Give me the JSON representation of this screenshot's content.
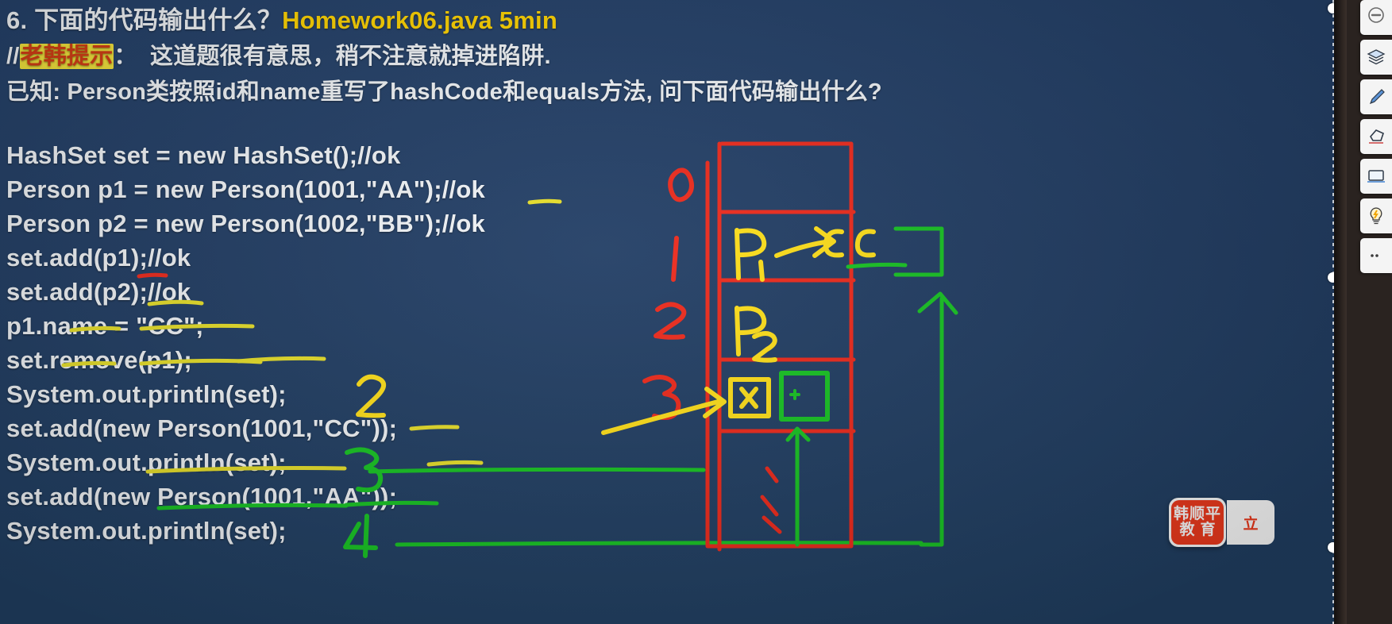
{
  "slide": {
    "background_color": "#23406a",
    "header": {
      "line1_prefix": "6. 下面的代码输出什么？",
      "line1_highlight": "Homework06.java 5min",
      "line1_highlight_color": "#ffd400",
      "line2_prefix": "//",
      "line2_marked": "老韩提示",
      "line2_rest": "：  这道题很有意思，稍不注意就掉进陷阱.",
      "line3": "已知: Person类按照id和name重写了hashCode和equals方法, 问下面代码输出什么?"
    },
    "code_lines": [
      "HashSet set = new HashSet();//ok",
      "Person p1 = new Person(1001,\"AA\");//ok",
      "Person p2 = new Person(1002,\"BB\");//ok",
      "set.add(p1);//ok",
      "set.add(p2);//ok",
      "p1.name = \"CC\";",
      "set.remove(p1);",
      "System.out.println(set);",
      "set.add(new Person(1001,\"CC\"));",
      "System.out.println(set);",
      "set.add(new Person(1001,\"AA\"));",
      "System.out.println(set);"
    ],
    "annotations": {
      "answers": [
        {
          "value": "2",
          "color": "#ffe01a"
        },
        {
          "value": "3",
          "color": "#18c424"
        },
        {
          "value": "4",
          "color": "#18c424"
        }
      ],
      "table_indices": [
        "0",
        "1",
        "2",
        "3"
      ],
      "table_index_color": "#ee2a1c",
      "cell_labels": [
        "P",
        "P",
        "冈"
      ],
      "cell_label_subscripts": [
        "1",
        "2",
        ""
      ],
      "cell_label_color": "#ffe01a",
      "arrow_target_text": "CC",
      "arrow_color": "#ffe01a",
      "box_color": "#ee2a1c",
      "link_color": "#18c424"
    }
  },
  "toolbar": {
    "buttons": [
      {
        "name": "collapse-icon",
        "label": "collapse"
      },
      {
        "name": "layers-icon",
        "label": "layers"
      },
      {
        "name": "pen-icon",
        "label": "pen"
      },
      {
        "name": "eraser-icon",
        "label": "eraser"
      },
      {
        "name": "screen-icon",
        "label": "screen"
      },
      {
        "name": "idea-icon",
        "label": "idea"
      },
      {
        "name": "more-icon",
        "label": "more"
      }
    ]
  },
  "watermark": {
    "row1": "韩顺平",
    "row2": "教育",
    "tail": "立",
    "badge_color": "#f03a1d"
  }
}
